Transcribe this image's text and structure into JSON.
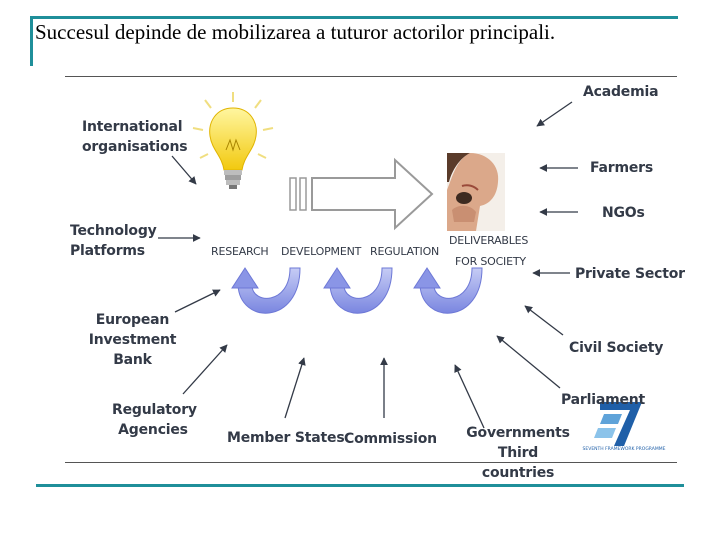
{
  "slide": {
    "title": "Succesul depinde de mobilizarea a tuturor actorilor principali."
  },
  "diagram": {
    "actors": {
      "international_organisations": "International organisations",
      "technology_platforms": "Technology Platforms",
      "european_investment_bank": "European Investment Bank",
      "regulatory_agencies": "Regulatory Agencies",
      "member_states": "Member States",
      "commission": "Commission",
      "governments_third_countries": "Governments Third countries",
      "parliament": "Parliament",
      "civil_society": "Civil Society",
      "private_sector": "Private Sector",
      "ngos": "NGOs",
      "farmers": "Farmers",
      "academia": "Academia"
    },
    "flow": {
      "research": "RESEARCH",
      "development": "DEVELOPMENT",
      "regulation": "REGULATION",
      "deliverables": "DELIVERABLES",
      "for_society": "FOR SOCIETY"
    },
    "logo": {
      "text": "SEVENTH FRAMEWORK PROGRAMME"
    }
  },
  "colors": {
    "frame": "#1f8f9a",
    "label": "#333a47",
    "curved_arrow": "#8a95e6",
    "bulb": "#f4d21f"
  }
}
